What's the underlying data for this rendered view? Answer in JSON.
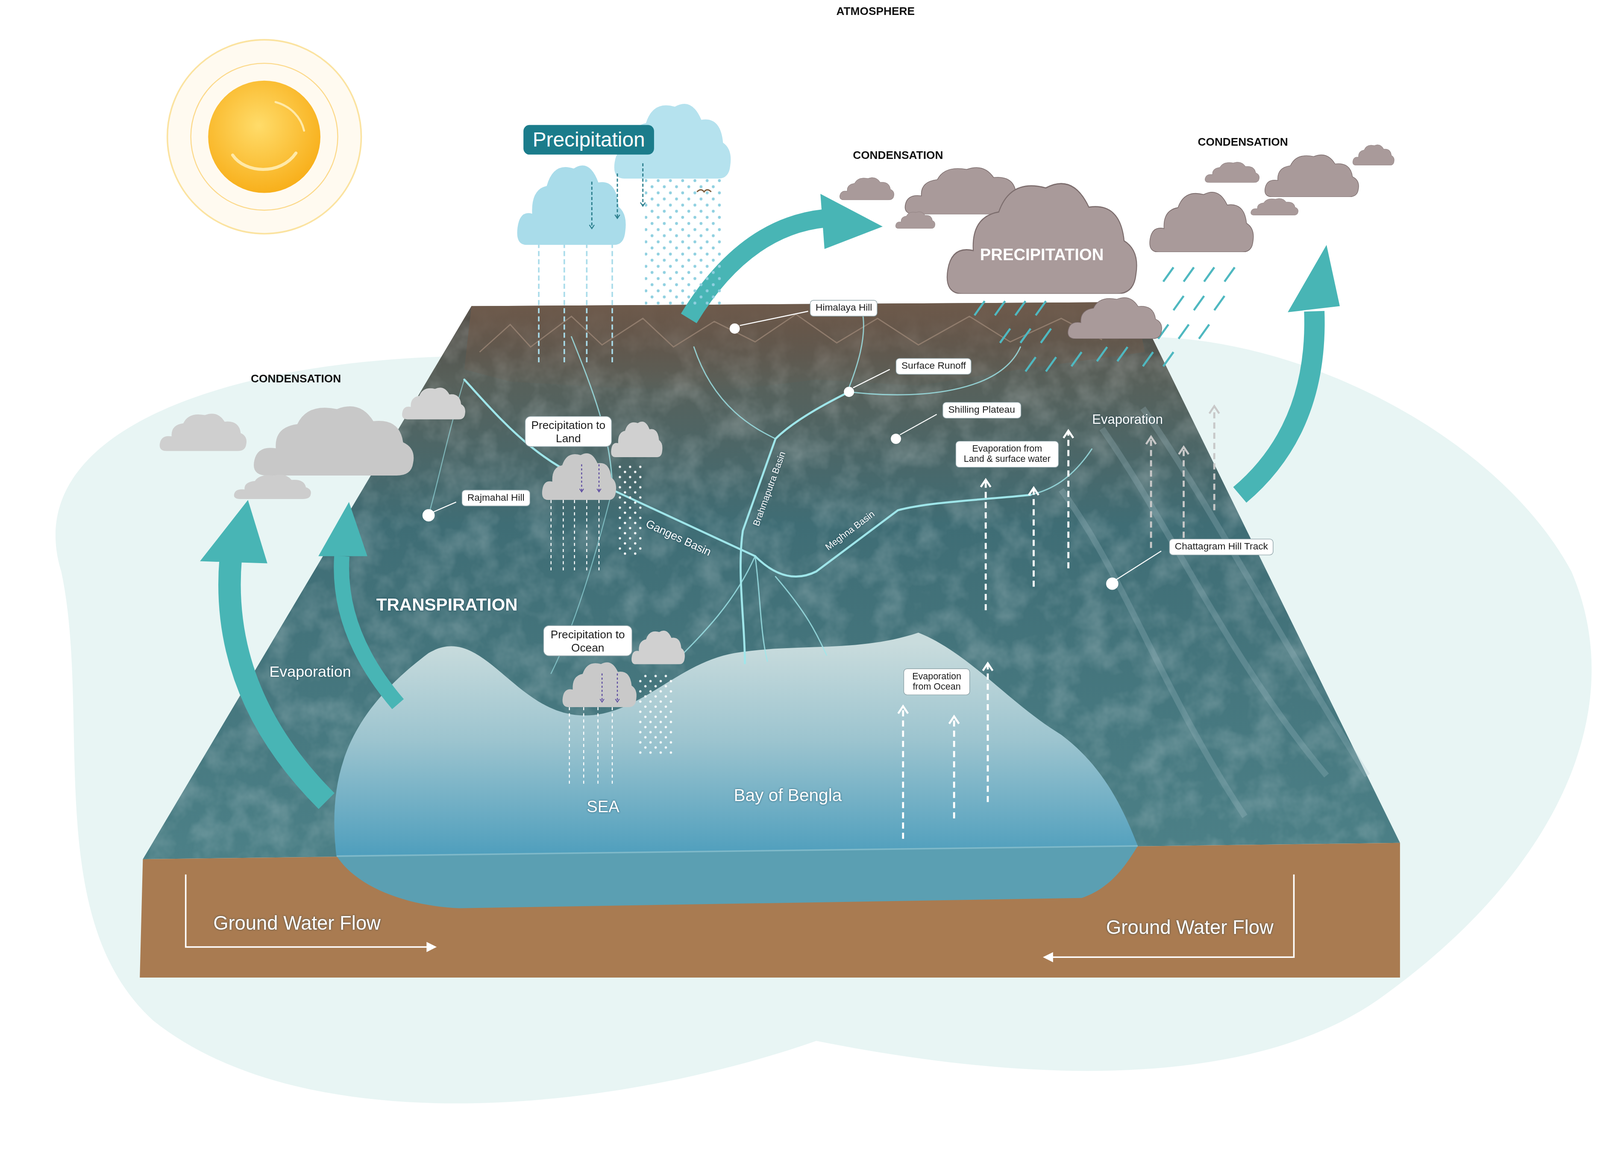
{
  "diagram": {
    "nodes": [
      {
        "text": [
          "Precipitation"
        ]
      },
      {
        "text": [
          "PRECIPITATION"
        ]
      },
      {
        "text": [
          "Himalaya Hill"
        ]
      },
      {
        "text": [
          "Surface Runoff"
        ]
      },
      {
        "text": [
          "Shilling Plateau"
        ]
      },
      {
        "text": [
          "Precipitation to Land"
        ]
      },
      {
        "text": [
          "Evaporation from Land & surface water"
        ]
      },
      {
        "text": [
          "Rajmahal Hill"
        ]
      },
      {
        "text": [
          "Chattagram Hill Track"
        ]
      },
      {
        "text": [
          "Precipitation to Ocean"
        ]
      },
      {
        "text": [
          "Evaporation from Ocean"
        ]
      }
    ],
    "labels": [
      "ATMOSPHERE",
      "CONDENSATION",
      "CONDENSATION",
      "CONDENSATION",
      "Evaporation",
      "Brahmaputra Basin",
      "Ganges Basin",
      "Meghna Basin",
      "TRANSPIRATION",
      "Evaporation",
      "Bay of Bengla",
      "SEA",
      "Ground Water Flow",
      "Ground Water Flow"
    ]
  }
}
